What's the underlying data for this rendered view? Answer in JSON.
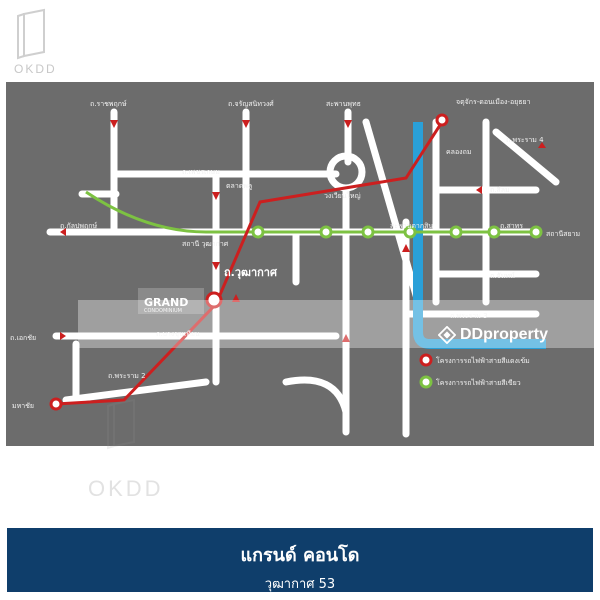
{
  "brand": {
    "logo_text": "OKDD",
    "watermark_text": "OKDD"
  },
  "listing_site": {
    "name": "DDproperty"
  },
  "banner": {
    "title": "แกรนด์ คอนโด",
    "subtitle": "วุฒากาศ 53"
  },
  "map": {
    "project_name": "GRAND",
    "project_sub": "CONDOMINIUM",
    "places": {
      "jatujak": "จตุจักร-ดอนเมือง-อยุธยา",
      "mahachai": "มหาชัย",
      "wutthakat": "ถ.วุฒากาศ",
      "klongton": "คลองถม",
      "talat_phlu": "ตลาดพลู",
      "wongwian_yai": "วงเวียนใหญ่",
      "talat_mahachai": "ตลาด",
      "sathani_wutthakat": "สถานี วุฒากาศ",
      "sathani_siam": "สถานีสยาม",
      "ratchaphruek": "ถ.ราชพฤกษ์",
      "charan_sanitwong": "ถ.จรัญสนิทวงศ์",
      "saphan_phut": "สะพานพุทธ",
      "phetkasem": "ถ.เพชรเกษม",
      "kalapaphruek": "ถ.กัลปพฤกษ์",
      "taksin": "สะพานตากสิน",
      "sathorn": "ถ.สาทร",
      "silom": "ถ.สีลม",
      "rama3": "ถ.พระราม 3",
      "rama2": "ถ.พระราม 2",
      "rama4": "ถ.พระราม 4",
      "chan": "ถ.จันทน์",
      "ekkachai": "ถ.เอกชัย",
      "bang_khun_thian": "ถ.บางขุนเทียน"
    },
    "legend": {
      "red_line": "โครงการรถไฟฟ้าสายสีแดงเข้ม",
      "green_line": "โครงการรถไฟฟ้าสายสีเขียว"
    },
    "colors": {
      "background": "#6c6c6c",
      "road": "#ffffff",
      "red_line": "#cc1f1f",
      "green_line": "#7dc242",
      "blue_line": "#2aa0d8",
      "banner": "#0f3e6b"
    }
  }
}
